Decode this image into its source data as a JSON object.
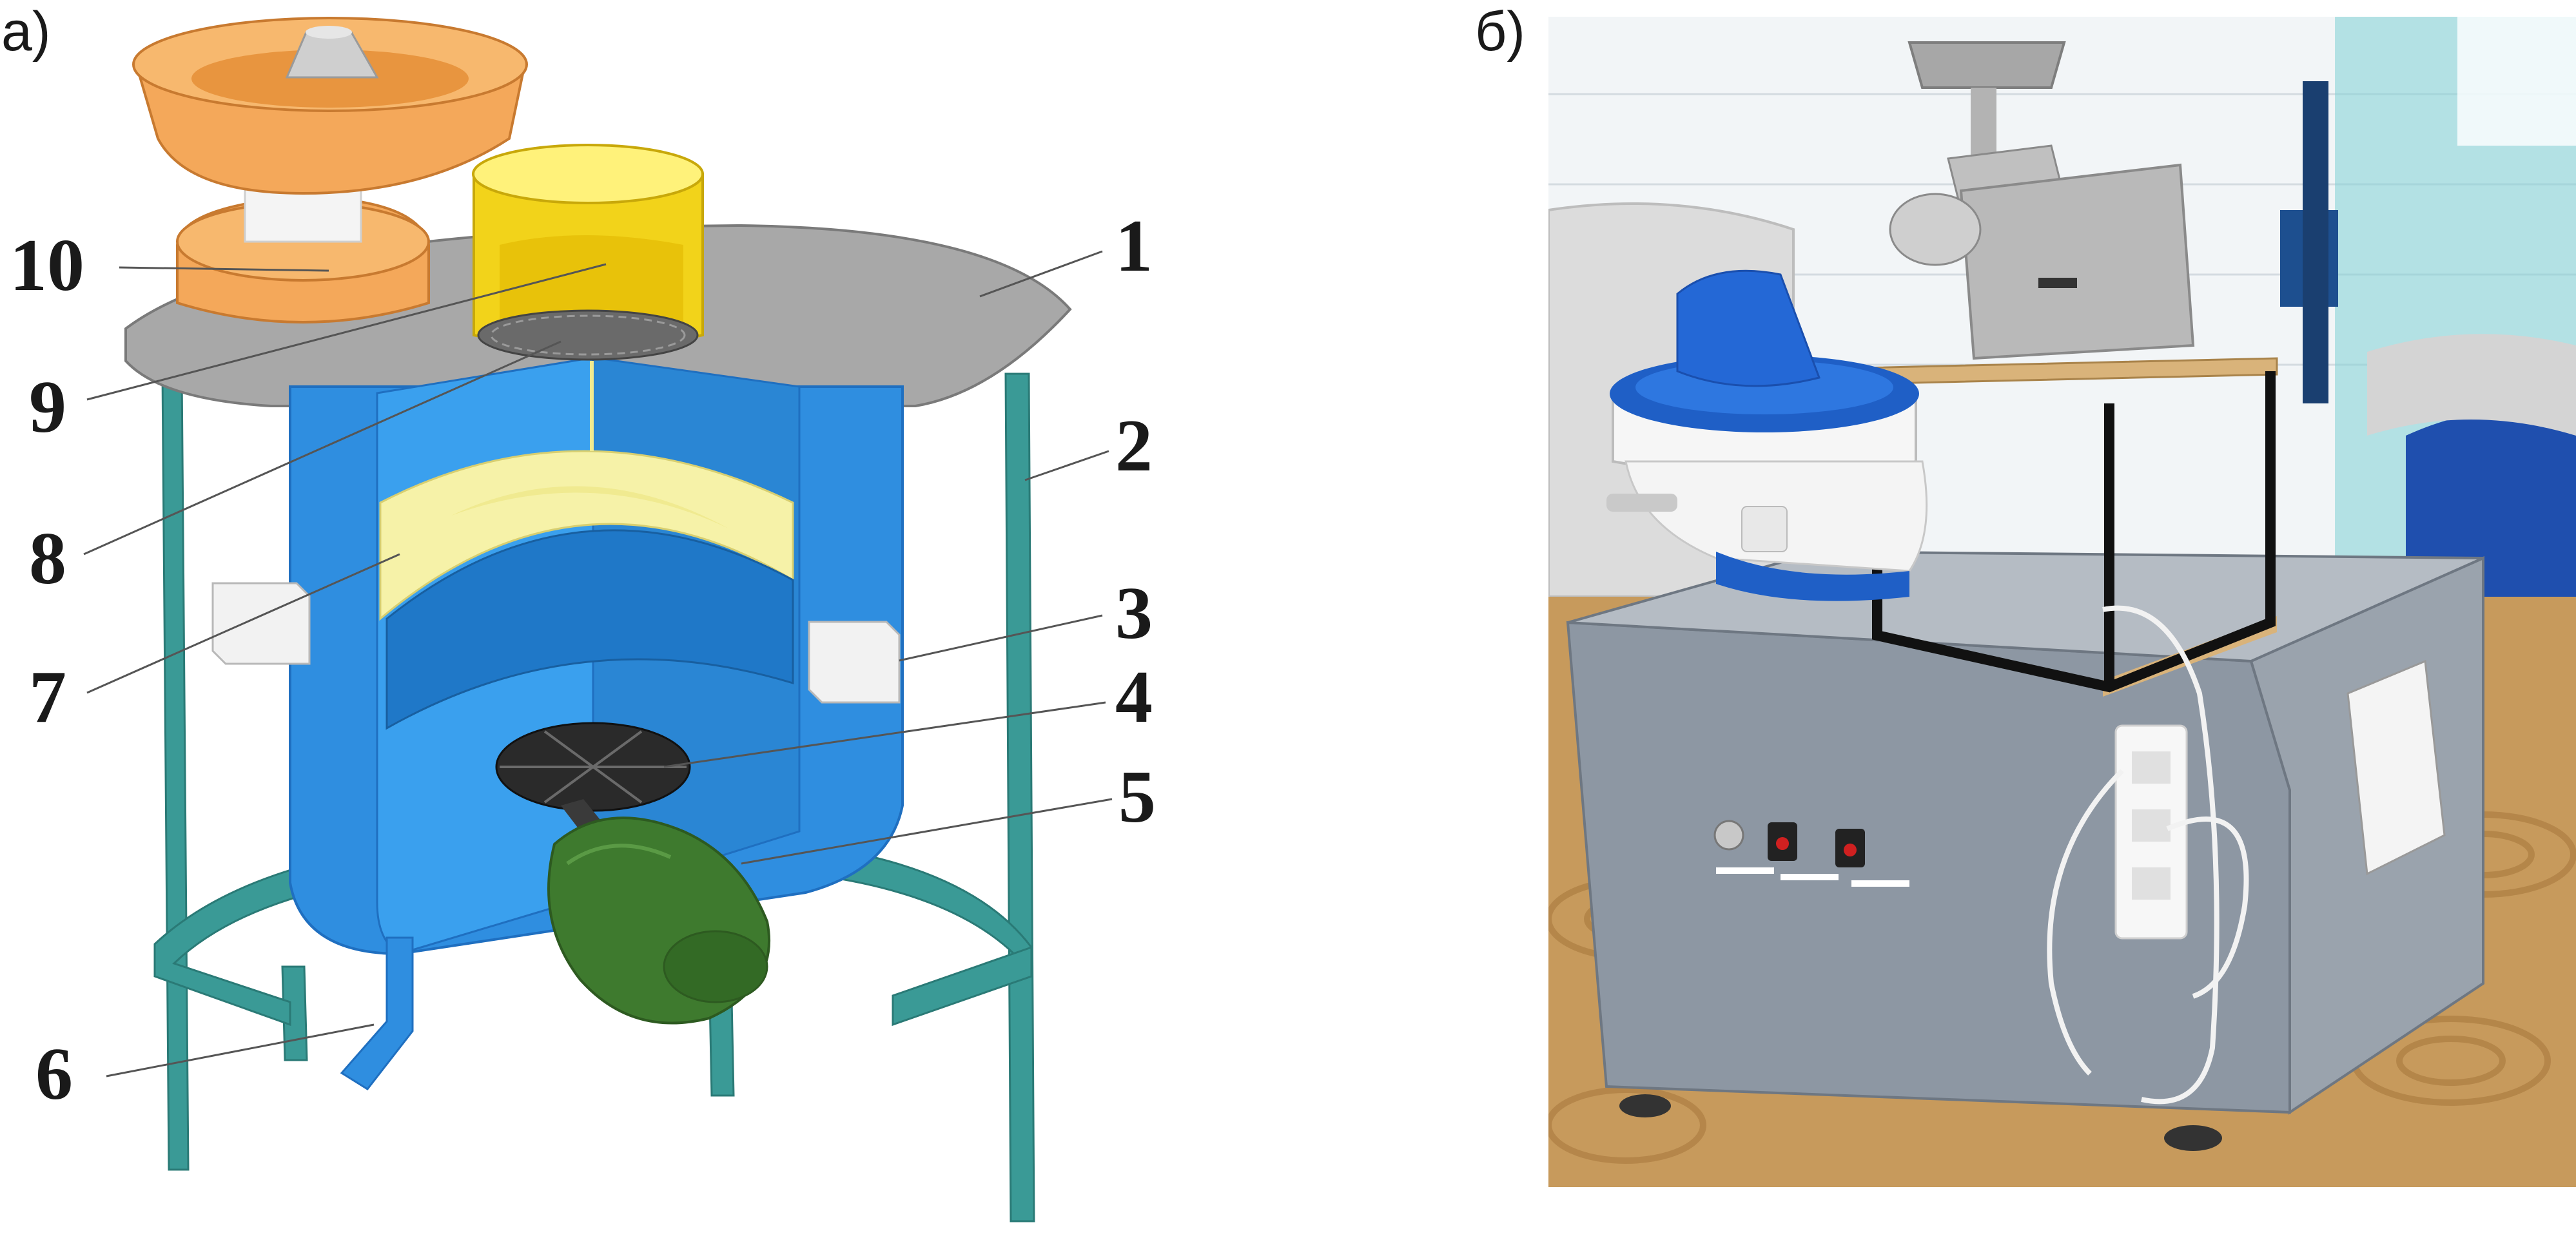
{
  "panels": {
    "left_letter": "а)",
    "right_letter": "б)"
  },
  "callouts": [
    "1",
    "2",
    "3",
    "4",
    "5",
    "6",
    "7",
    "8",
    "9",
    "10"
  ],
  "colors": {
    "body_blue": "#2f8ee0",
    "body_blue_dark": "#1f6fc0",
    "lining_yellow": "#f6f2a8",
    "top_plate_gray": "#a8a8a8",
    "legs_teal": "#3a9a96",
    "lid_orange": "#f4a85a",
    "sieve_yellow": "#f2d31a",
    "motor_green": "#3e7a2e",
    "cabinet_gray": "#8d97a3",
    "floor_brown": "#c79a5c"
  }
}
